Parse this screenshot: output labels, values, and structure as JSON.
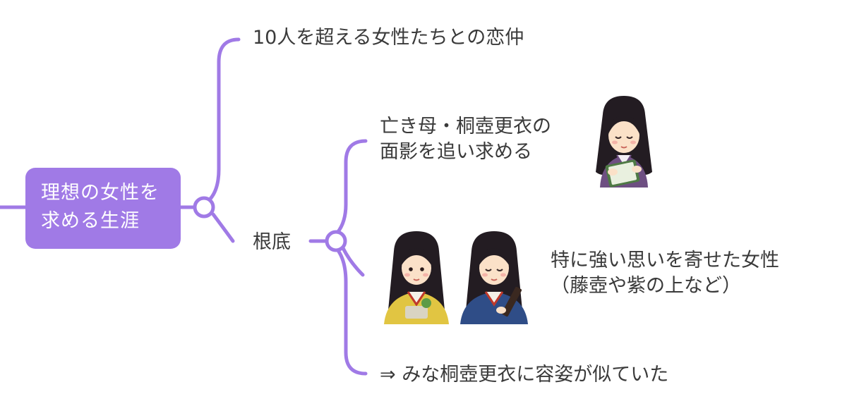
{
  "root": {
    "line1": "理想の女性を",
    "line2": "求める生涯"
  },
  "topics": {
    "romance": "10人を超える女性たちとの恋仲",
    "basis": "根底"
  },
  "subtopics": {
    "mother": {
      "line1": "亡き母・桐壺更衣の",
      "line2": "面影を追い求める"
    },
    "women": {
      "line1": "特に強い思いを寄せた女性",
      "line2": "（藤壺や紫の上など）"
    },
    "conclusion": "⇒ みな桐壺更衣に容姿が似ていた"
  },
  "colors": {
    "accent": "#a07ae6",
    "text": "#3a3a3a"
  }
}
